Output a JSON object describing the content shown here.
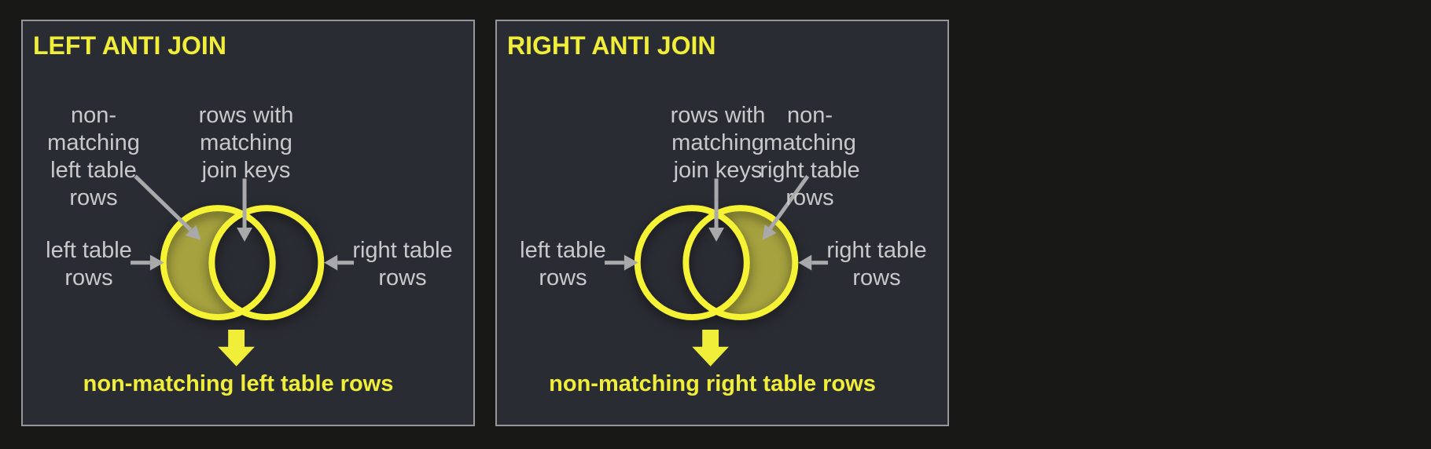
{
  "colors": {
    "page_bg": "#181817",
    "panel_bg": "#2a2c33",
    "panel_border": "#97979b",
    "yellow": "#f1ee3a",
    "circle_yellow": "#f5f334",
    "crescent_olive": "#a6a23f",
    "label_gray": "#c9c9cb",
    "arrow_gray": "#a9a9ac"
  },
  "icons": {
    "result_arrow": "down-arrow",
    "pointer_arrow": "gray-arrow"
  },
  "panels": [
    {
      "title": "LEFT ANTI JOIN",
      "crescent_label": [
        "non-",
        "matching",
        "left table",
        "rows"
      ],
      "intersection_label": [
        "rows with",
        "matching",
        "join keys"
      ],
      "left_circle_label": [
        "left table",
        "rows"
      ],
      "right_circle_label": [
        "right table",
        "rows"
      ],
      "result_label": "non-matching left table rows"
    },
    {
      "title": "RIGHT ANTI JOIN",
      "crescent_label": [
        "non-",
        "matching",
        "right table",
        "rows"
      ],
      "intersection_label": [
        "rows with",
        "matching",
        "join keys"
      ],
      "left_circle_label": [
        "left table",
        "rows"
      ],
      "right_circle_label": [
        "right table",
        "rows"
      ],
      "result_label": "non-matching right table rows"
    }
  ]
}
